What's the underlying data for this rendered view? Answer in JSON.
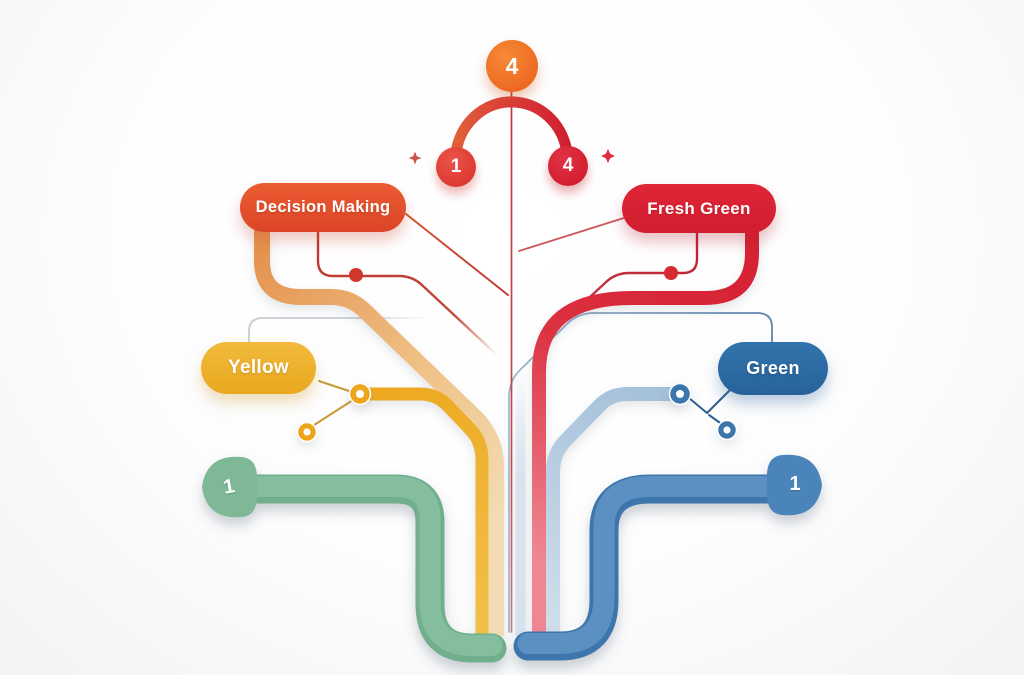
{
  "diagram": {
    "title": "decision-tree-infographic",
    "top": {
      "root_value": "4",
      "left_child_value": "1",
      "right_child_value": "4"
    },
    "branches": {
      "decision_making": {
        "label": "Decision Making",
        "color": "#E2512C"
      },
      "fresh_green": {
        "label": "Fresh Green",
        "color": "#D92233"
      },
      "yellow": {
        "label": "Yellow",
        "color": "#EEB22D"
      },
      "green": {
        "label": "Green",
        "color": "#2B6CA4"
      }
    },
    "arrows": {
      "left": {
        "value": "1",
        "color": "#7CB795"
      },
      "right": {
        "value": "1",
        "color": "#4E86BC"
      }
    },
    "accents": {
      "orange_band": "#E5934F",
      "red_band": "#D62133",
      "yellow_band": "#EDA820",
      "pale_blue_band": "#A3BFD9",
      "stem_line": "#C23730"
    }
  }
}
